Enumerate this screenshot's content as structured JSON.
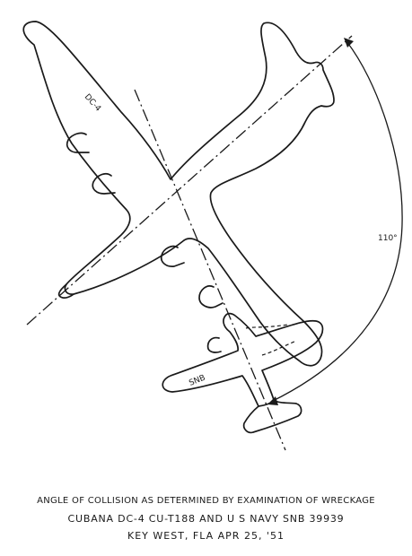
{
  "labels": {
    "dc4": "DC-4",
    "snb": "SNB",
    "angle": "110°"
  },
  "caption": {
    "line1": "ANGLE OF COLLISION AS DETERMINED BY EXAMINATION OF WRECKAGE",
    "line2": "CUBANA DC-4 CU-T188 AND U S NAVY SNB 39939",
    "line3": "KEY WEST, FLA   APR 25, '51"
  },
  "colors": {
    "ink": "#1a1a1a",
    "paper": "#ffffff"
  }
}
